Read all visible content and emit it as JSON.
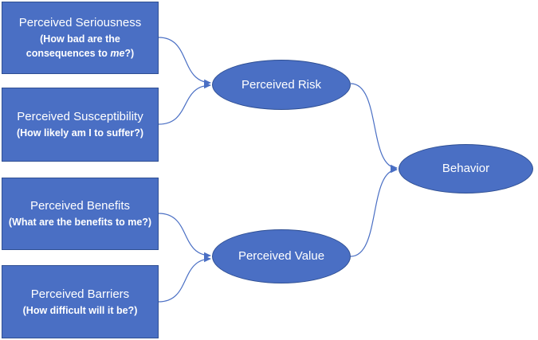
{
  "factors": [
    {
      "title": "Perceived Seriousness",
      "sub_before": "(How bad are the consequences to ",
      "sub_emph": "me",
      "sub_after": "?)"
    },
    {
      "title": "Perceived Susceptibility",
      "sub_before": "(How likely am I to suffer?)",
      "sub_emph": "",
      "sub_after": ""
    },
    {
      "title": "Perceived Benefits",
      "sub_before": "(What are the benefits to me?)",
      "sub_emph": "",
      "sub_after": ""
    },
    {
      "title": "Perceived Barriers",
      "sub_before": "(How difficult will it be?)",
      "sub_emph": "",
      "sub_after": ""
    }
  ],
  "nodes": {
    "risk": "Perceived Risk",
    "value": "Perceived Value",
    "behavior": "Behavior"
  },
  "colors": {
    "fill": "#4a6fc4",
    "border": "#2f4f93",
    "connector": "#4a6fc4"
  }
}
